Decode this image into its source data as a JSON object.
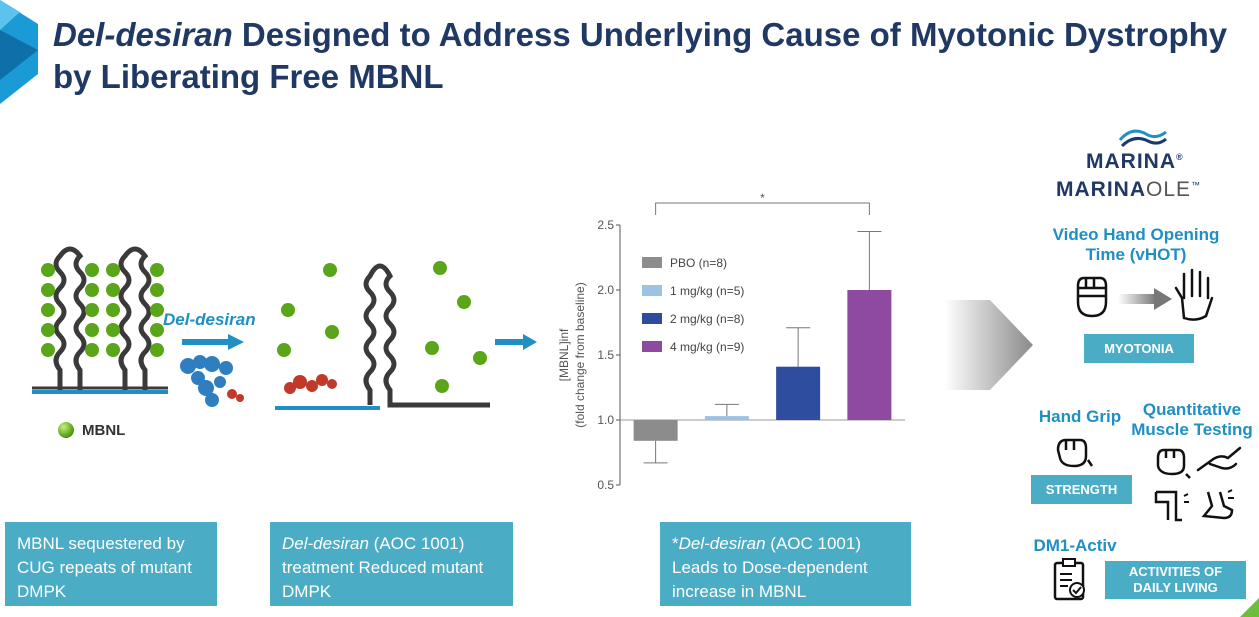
{
  "title": {
    "italic": "Del-desiran",
    "rest": " Designed to Address Underlying Cause of Myotonic Dystrophy by Liberating Free MBNL"
  },
  "left_panel": {
    "legend_label": "MBNL",
    "arrow_label": "Del-desiran",
    "caption": "MBNL sequestered by CUG repeats of mutant DMPK"
  },
  "middle_panel": {
    "caption_italic": "Del-desiran",
    "caption_rest": " (AOC 1001) treatment Reduced mutant DMPK"
  },
  "chart_panel": {
    "caption_prefix": "*",
    "caption_italic": "Del-desiran",
    "caption_rest": " (AOC 1001) Leads to Dose-dependent increase in MBNL"
  },
  "chart_data": {
    "type": "bar",
    "ylabel_line1": "[MBNL]inf",
    "ylabel_line2": "(fold change from baseline)",
    "ylim": [
      0.5,
      2.5
    ],
    "yticks": [
      "0.5",
      "1.0",
      "1.5",
      "2.0",
      "2.5"
    ],
    "baseline": 1.0,
    "significance_marker": "*",
    "series": [
      {
        "name": "PBO (n=8)",
        "value": 0.84,
        "error_high": 0.84,
        "error_low": 0.67,
        "color": "#8c8c8c"
      },
      {
        "name": "1 mg/kg (n=5)",
        "value": 1.03,
        "error_high": 1.12,
        "error_low": 1.03,
        "color": "#9cc3e6"
      },
      {
        "name": "2 mg/kg (n=8)",
        "value": 1.41,
        "error_high": 1.71,
        "error_low": 1.41,
        "color": "#2e4d9e"
      },
      {
        "name": "4 mg/kg (n=9)",
        "value": 2.0,
        "error_high": 2.45,
        "error_low": 2.0,
        "color": "#8e4a9e"
      }
    ]
  },
  "right_panel": {
    "logo_line1": "MARINA",
    "logo_line1_mark": "®",
    "logo_line2_a": "MARINA",
    "logo_line2_b": "OLE",
    "logo_line2_mark": "™",
    "vhot_heading_line1": "Video Hand Opening",
    "vhot_heading_line2": "Time (vHOT)",
    "myotonia_badge": "MYOTONIA",
    "hand_grip_heading": "Hand Grip",
    "qmt_heading_line1": "Quantitative",
    "qmt_heading_line2": "Muscle Testing",
    "strength_badge": "STRENGTH",
    "dm1_heading": "DM1-Activ",
    "adl_badge_line1": "ACTIVITIES OF",
    "adl_badge_line2": "DAILY LIVING"
  },
  "colors": {
    "title": "#1f3864",
    "accent": "#1f8fc4",
    "caption_bg": "#4bacc6"
  }
}
